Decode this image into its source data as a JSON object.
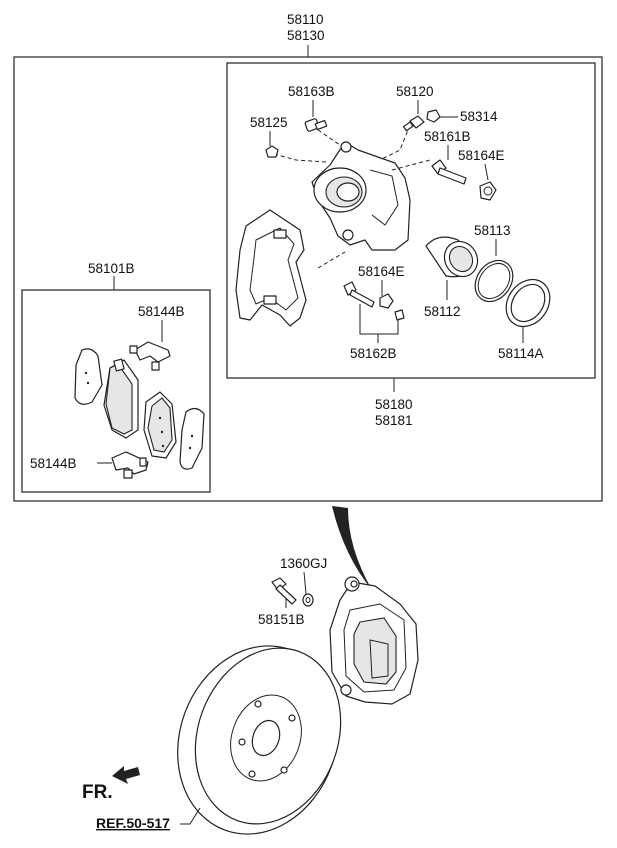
{
  "labels": {
    "caliper_assembly_a": "58110",
    "caliper_assembly_b": "58130",
    "guide_bolt": "58163B",
    "bleeder_screw": "58120",
    "bleeder_cap": "58314",
    "bolt_cap": "58125",
    "guide_rod": "58161B",
    "boot_upper": "58164E",
    "piston_seal": "58113",
    "pad_kit": "58101B",
    "boot_lower": "58164E",
    "piston": "58112",
    "shim_upper": "58144B",
    "guide_rod_lower": "58162B",
    "piston_boot": "58114A",
    "carrier_a": "58180",
    "carrier_b": "58181",
    "shim_lower": "58144B",
    "washer": "1360GJ",
    "mount_bolt": "58151B",
    "front_direction": "FR.",
    "reference": "REF.50-517"
  }
}
